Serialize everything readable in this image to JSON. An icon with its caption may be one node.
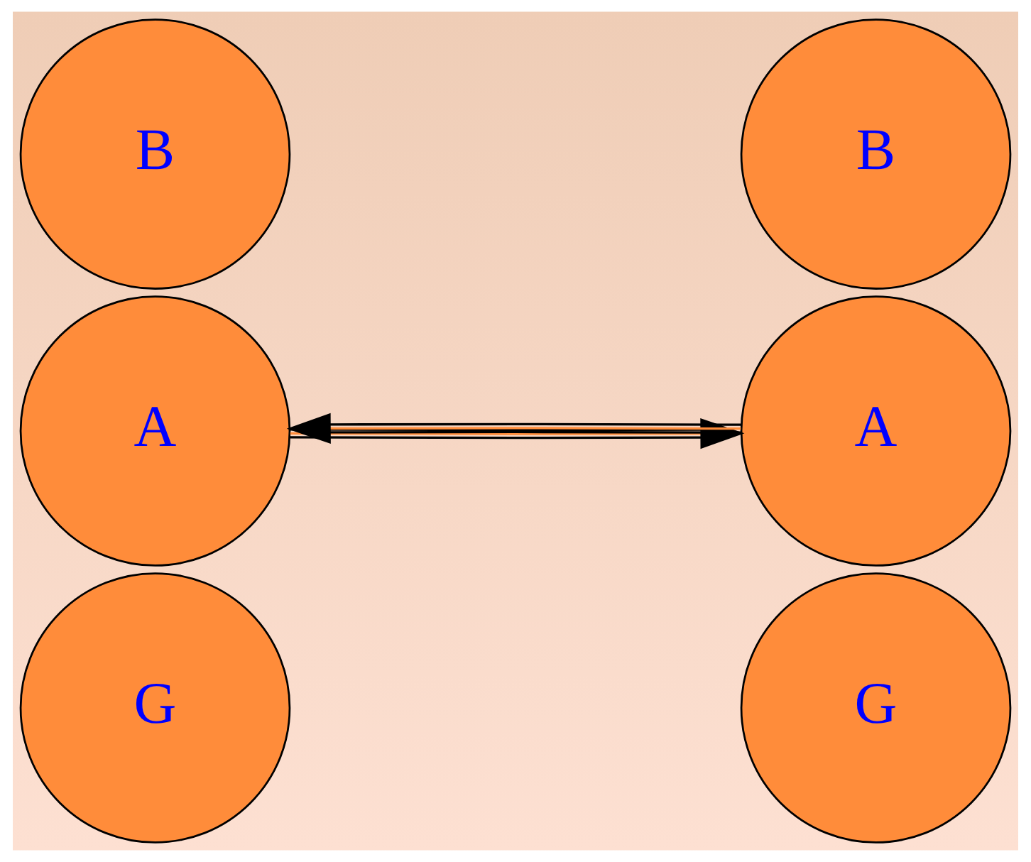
{
  "diagram": {
    "nodes": [
      {
        "text": [
          "G"
        ]
      },
      {
        "text": [
          "G"
        ]
      },
      {
        "text": [
          "A"
        ]
      },
      {
        "text": [
          "A"
        ]
      },
      {
        "text": [
          "B"
        ]
      },
      {
        "text": [
          "B"
        ]
      }
    ],
    "edges": [
      {
        "from": 2,
        "to": 3,
        "arrow": "to"
      },
      {
        "from": 3,
        "to": 2,
        "arrow": "to"
      }
    ]
  }
}
